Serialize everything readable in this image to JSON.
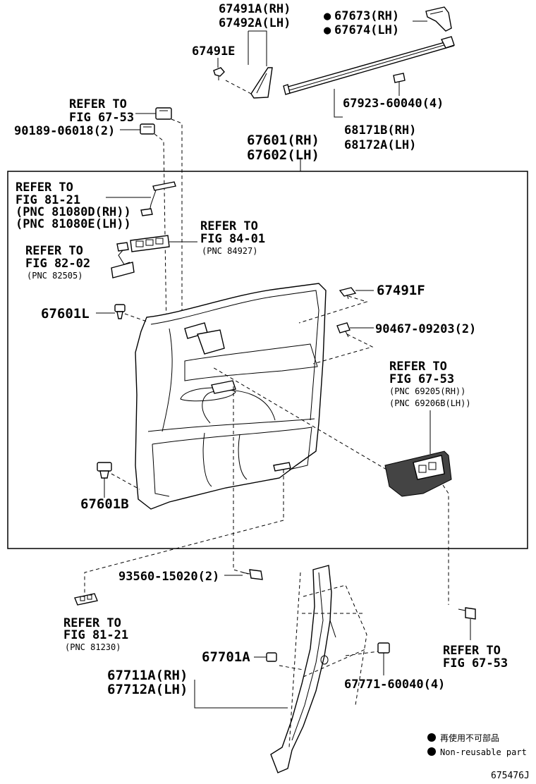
{
  "labels": {
    "p67491a": "67491A(RH)",
    "p67492a": "67492A(LH)",
    "p67491e": "67491E",
    "p67673": "67673(RH)",
    "p67674": "67674(LH)",
    "p67923": "67923-60040(4)",
    "p68171b": "68171B(RH)",
    "p68172a": "68172A(LH)",
    "ref_6753_top_1": "REFER TO",
    "ref_6753_top_2": "FIG 67-53",
    "p90189": "90189-06018(2)",
    "p67601": "67601(RH)",
    "p67602": "67602(LH)",
    "ref_8121_a_1": "REFER TO",
    "ref_8121_a_2": "FIG 81-21",
    "ref_8121_a_3": "(PNC 81080D(RH))",
    "ref_8121_a_4": "(PNC 81080E(LH))",
    "ref_8401_1": "REFER TO",
    "ref_8401_2": "FIG 84-01",
    "ref_8401_3": "(PNC 84927)",
    "ref_8202_1": "REFER TO",
    "ref_8202_2": "FIG 82-02",
    "ref_8202_3": "(PNC 82505)",
    "p67491f": "67491F",
    "p67601l": "67601L",
    "p90467": "90467-09203(2)",
    "ref_6753_mid_1": "REFER TO",
    "ref_6753_mid_2": "FIG 67-53",
    "ref_6753_mid_3": "(PNC 69205(RH))",
    "ref_6753_mid_4": "(PNC 69206B(LH))",
    "p67601b": "67601B",
    "p93560": "93560-15020(2)",
    "ref_8121_b_1": "REFER TO",
    "ref_8121_b_2": "FIG 81-21",
    "ref_8121_b_3": "(PNC 81230)",
    "p67701a": "67701A",
    "p67711a": "67711A(RH)",
    "p67712a": "67712A(LH)",
    "p67771": "67771-60040(4)",
    "ref_6753_bot_1": "REFER TO",
    "ref_6753_bot_2": "FIG 67-53",
    "diagram_code": "675476J"
  },
  "legend": {
    "marker_symbol": "●",
    "non_reusable_jp": "再使用不可部品",
    "non_reusable_en": "Non-reusable part"
  }
}
